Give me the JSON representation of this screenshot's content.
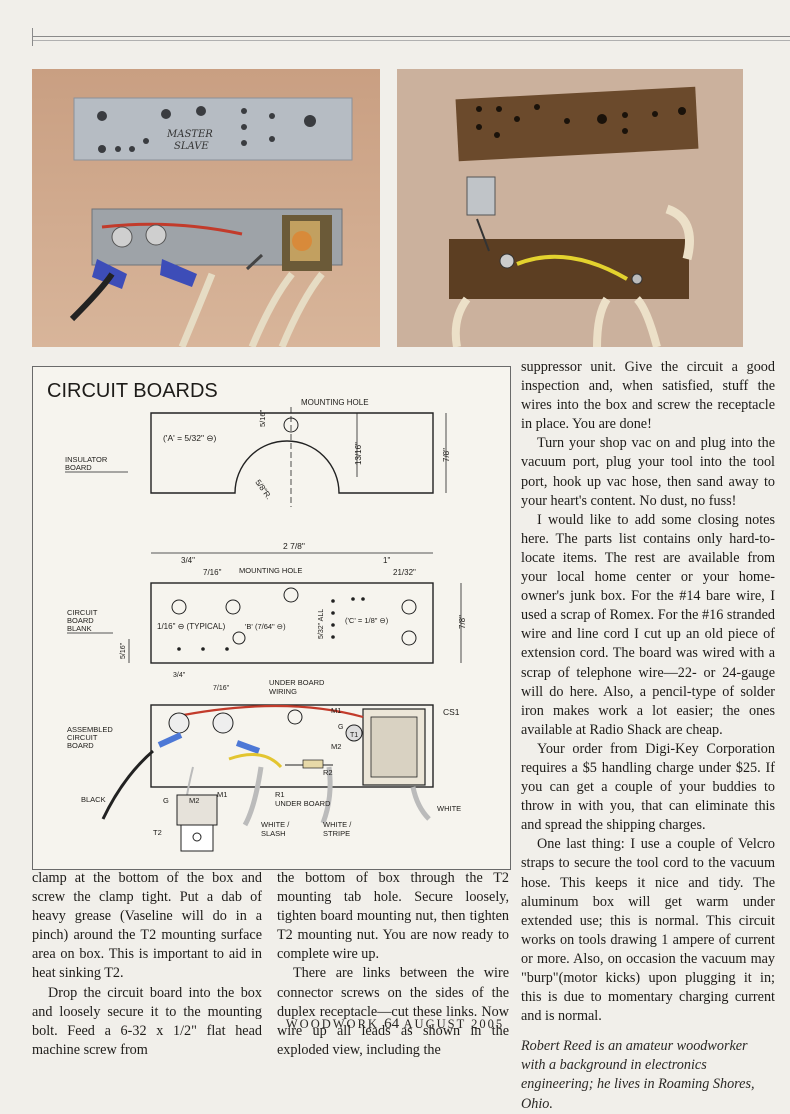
{
  "footer": {
    "magazine": "WOODWORK",
    "page": "64",
    "date": "AUGUST 2005"
  },
  "photo_left": {
    "plate_text_1": "MASTER",
    "plate_text_2": "SLAVE"
  },
  "diagram": {
    "title": "CIRCUIT BOARDS",
    "mounting_hole_top": "MOUNTING HOLE",
    "a_spec": "('A' = 5/32\" ⊖)",
    "insulator_board": [
      "INSULATOR",
      "BOARD"
    ],
    "dim_13_16": "13/16\"",
    "dim_7_8": "7/8\"",
    "dim_5_16": "5/16\"",
    "dim_5_8R": "5/8\"R.",
    "dim_2_7_8": "2 7/8\"",
    "dim_3_4": "3/4\"",
    "dim_7_16": "7/16\"",
    "dim_1": "1\"",
    "dim_21_32": "21/32\"",
    "mounting_hole_mid": "MOUNTING HOLE",
    "circuit_board_blank": [
      "CIRCUIT",
      "BOARD",
      "BLANK"
    ],
    "typical": "1/16\" ⊖ (TYPICAL)",
    "b_spec": "'B' (7/64\" ⊖)",
    "c_spec": "('C' = 1/8\" ⊖)",
    "dim_5_32_all": "5/32\" ALL",
    "under_board_wiring": [
      "UNDER BOARD",
      "WIRING"
    ],
    "assembled_circuit_board": [
      "ASSEMBLED",
      "CIRCUIT",
      "BOARD"
    ],
    "cs1": "CS1",
    "m1": "M1",
    "m2": "M2",
    "t1": "T1",
    "g": "G",
    "r2": "R2",
    "r1_under": [
      "R1",
      "UNDER BOARD"
    ],
    "black": "BLACK",
    "white": "WHITE",
    "white_slash": [
      "WHITE /",
      "SLASH"
    ],
    "white_stripe": [
      "WHITE /",
      "STRIPE"
    ],
    "t2": "T2"
  },
  "col_left": [
    "clamp at the bottom of the box and screw the clamp tight. Put a dab of heavy grease (Vaseline will do in a pinch) around the T2 mounting surface area on box. This is important to aid in heat sinking T2.",
    "Drop the circuit board into the box and loosely secure it to the mounting bolt. Feed a 6-32 x 1/2\" flat head machine screw from"
  ],
  "col_mid": [
    "the bottom of box through the T2 mounting tab hole. Secure loosely, tighten board mounting nut, then tighten T2 mounting nut. You are now ready to complete wire up.",
    "There are links between the wire connector screws on the sides of the duplex receptacle—cut these links. Now wire up all leads as shown in the exploded view, including the"
  ],
  "col_right": [
    "suppressor unit. Give the circuit a good inspection and, when satisfied, stuff the wires into the box and screw the receptacle in place. You are done!",
    "Turn your shop vac on and plug into the vacuum port, plug your tool into the tool port, hook up vac hose, then sand away to your heart's content. No dust, no fuss!",
    "I would like to add some closing notes here. The parts list contains only hard-to-locate items. The rest are available from your local home center or your home-owner's junk box. For the #14 bare wire, I used a scrap of Romex. For the #16 stranded wire and line cord I cut up an old piece of extension cord. The board was wired with a scrap of telephone wire—22- or 24-gauge will do here. Also, a pencil-type of solder iron makes work a lot easier; the ones available at Radio Shack are cheap.",
    "Your order from Digi-Key Corporation requires a $5 handling charge under $25. If you can get a couple of your buddies to throw in with you, that can eliminate this and spread the shipping charges.",
    "One last thing: I use a couple of Velcro straps to secure the tool cord to the vacuum hose. This keeps it nice and tidy. The aluminum box will get warm under extended use; this is normal. This circuit works on tools drawing 1 ampere of current or more. Also, on occasion the vacuum may \"burp\"(motor kicks) upon plugging it in; this is due to momentary charging current and is normal."
  ],
  "bio": "Robert Reed is an amateur woodworker with a background in electronics engineering; he lives in Roaming Shores, Ohio."
}
